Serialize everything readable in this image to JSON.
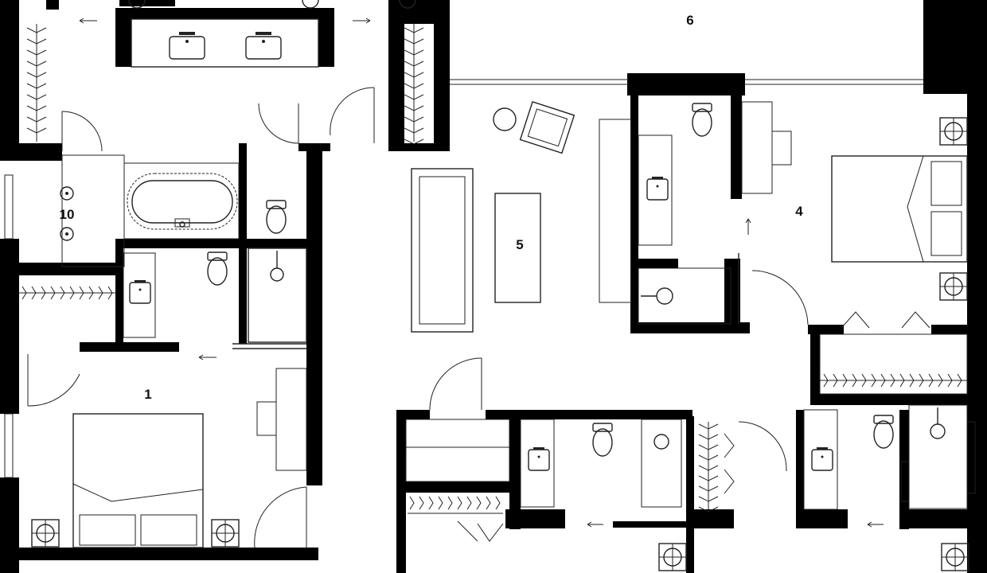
{
  "rooms": [
    {
      "id": "1",
      "label": "1"
    },
    {
      "id": "4",
      "label": "4"
    },
    {
      "id": "5",
      "label": "5"
    },
    {
      "id": "6",
      "label": "6"
    },
    {
      "id": "10",
      "label": "10"
    }
  ],
  "colors": {
    "wall": "#000000",
    "line": "#222222",
    "background": "#ffffff"
  }
}
